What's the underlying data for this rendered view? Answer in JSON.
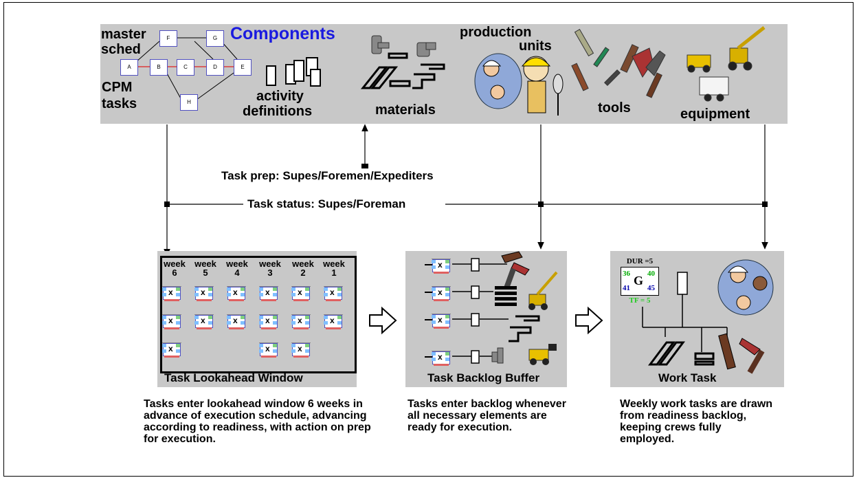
{
  "top_panel": {
    "components_title": "Components",
    "master_sched_line1": "master",
    "master_sched_line2": "sched",
    "cpm_line1": "CPM",
    "cpm_line2": "tasks",
    "activity_line1": "activity",
    "activity_line2": "definitions",
    "materials": "materials",
    "production_line1": "production",
    "production_line2": "units",
    "tools": "tools",
    "equipment": "equipment",
    "cpm_nodes": [
      "A",
      "B",
      "C",
      "D",
      "E",
      "F",
      "G",
      "H"
    ]
  },
  "flow_labels": {
    "task_prep": "Task prep: Supes/Foremen/Expediters",
    "task_status": "Task status: Supes/Foreman"
  },
  "lookahead": {
    "title": "Task Lookahead Window",
    "weeks": [
      {
        "label": "week",
        "num": "6"
      },
      {
        "label": "week",
        "num": "5"
      },
      {
        "label": "week",
        "num": "4"
      },
      {
        "label": "week",
        "num": "3"
      },
      {
        "label": "week",
        "num": "2"
      },
      {
        "label": "week",
        "num": "1"
      }
    ],
    "task_mark": "x",
    "description": "Tasks enter lookahead window 6 weeks in advance of execution schedule, advancing according to readiness, with action on prep for execution."
  },
  "backlog": {
    "title": "Task Backlog Buffer",
    "task_mark": "x",
    "description": "Tasks enter backlog whenever all necessary elements are ready for execution."
  },
  "work_task": {
    "title": "Work Task",
    "dur": "DUR =5",
    "node": "G",
    "es": "36",
    "ef": "40",
    "ls": "41",
    "lf": "45",
    "tf": "TF = 5",
    "description": "Weekly work tasks are drawn from readiness backlog, keeping crews fully employed."
  },
  "colors": {
    "panel": "#c8c8c8",
    "components_title": "#1a1adf",
    "cpm_arrow": "#e02020",
    "node_border": "#5050c0"
  }
}
